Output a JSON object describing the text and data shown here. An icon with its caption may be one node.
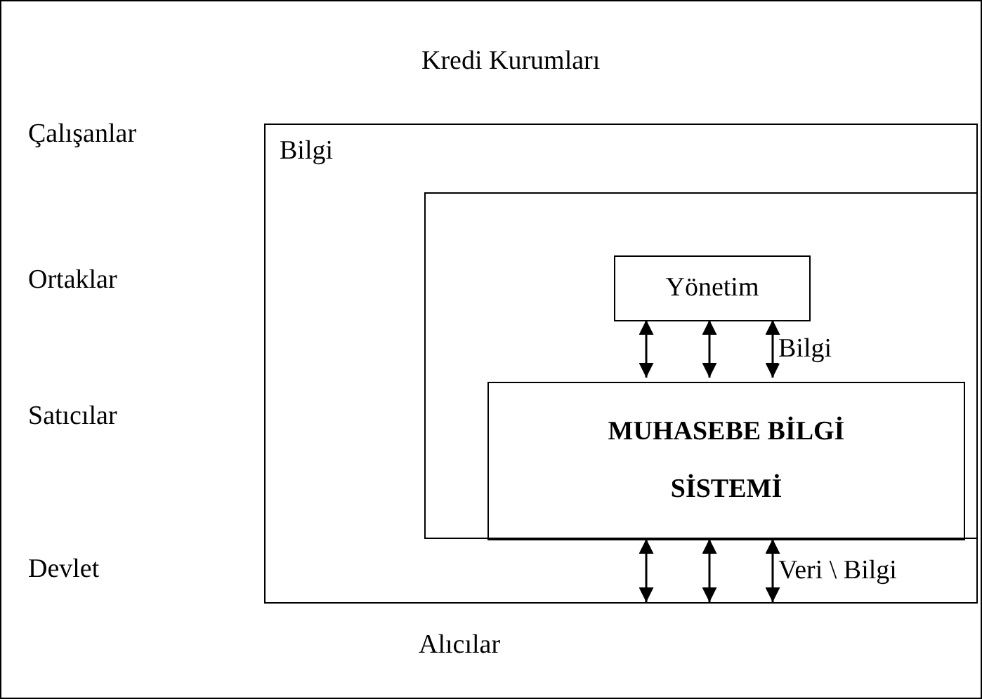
{
  "diagram": {
    "nodes": [
      {
        "text": [
          "Bilgi"
        ]
      },
      {
        "text": [],
        "shape": "box",
        "in": 0
      },
      {
        "text": [
          "Yönetim"
        ],
        "in": 1
      },
      {
        "text": [
          "MUHASEBE BİLGİ SİSTEMİ"
        ],
        "in": 1
      }
    ],
    "edges": [
      {
        "from": 2,
        "to": 3,
        "arrow": "both"
      },
      {
        "from": 2,
        "to": 3,
        "arrow": "both"
      },
      {
        "from": 2,
        "to": 3,
        "arrow": "both",
        "label": "Bilgi"
      },
      {
        "from": 3,
        "to": 0,
        "arrow": "both"
      },
      {
        "from": 3,
        "to": 0,
        "arrow": "both"
      },
      {
        "from": 3,
        "to": 0,
        "arrow": "both",
        "label": "Veri \\ Bilgi"
      }
    ],
    "labels": [
      "Kredi Kurumları",
      "Çalışanlar",
      "Ortaklar",
      "Satıcılar",
      "Devlet",
      "Alıcılar"
    ]
  }
}
